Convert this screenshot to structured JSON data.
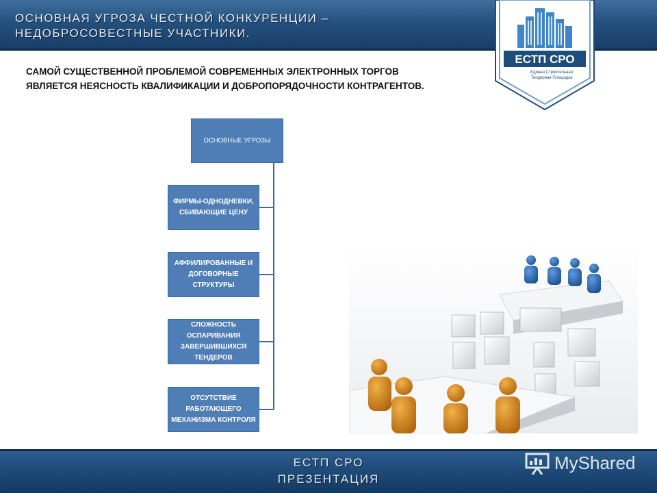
{
  "header": {
    "title_line1": "ОСНОВНАЯ УГРОЗА ЧЕСТНОЙ КОНКУРЕНЦИИ –",
    "title_line2": "НЕДОБРОСОВЕСТНЫЕ УЧАСТНИКИ."
  },
  "logo": {
    "name": "ЕСТП СРО",
    "caption_line1": "Единая Строительная",
    "caption_line2": "Тендерная Площадка",
    "icon": "buildings-icon"
  },
  "subtitle": {
    "line1": "САМОЙ СУЩЕСТВЕННОЙ ПРОБЛЕМОЙ СОВРЕМЕННЫХ ЭЛЕКТРОННЫХ ТОРГОВ",
    "line2": "ЯВЛЯЕТСЯ НЕЯСНОСТЬ КВАЛИФИКАЦИИ  И ДОБРОПОРЯДОЧНОСТИ КОНТРАГЕНТОВ."
  },
  "diagram": {
    "root": "ОСНОВНЫЕ УГРОЗЫ",
    "children": [
      "ФИРМЫ-ОДНОДНЕВКИ, СБИВАЮЩИЕ ЦЕНУ",
      "АФФИЛИРОВАННЫЕ И ДОГОВОРНЫЕ СТРУКТУРЫ",
      "СЛОЖНОСТЬ ОСПАРИВАНИЯ ЗАВЕРШИВШИХСЯ ТЕНДЕРОВ",
      "ОТСУТСТВИЕ РАБОТАЮЩЕГО МЕХАНИЗМА КОНТРОЛЯ"
    ],
    "box_color": "#4f7eb7",
    "line_color": "#3b6aa2"
  },
  "footer": {
    "line1": "ЕСТП СРО",
    "line2": "ПРЕЗЕНТАЦИЯ"
  },
  "watermark": {
    "text": "MyShared",
    "icon": "presentation-icon"
  },
  "colors": {
    "header": "#24507e",
    "figures_blue": "#2f6db3",
    "figures_orange": "#d98a1c"
  }
}
